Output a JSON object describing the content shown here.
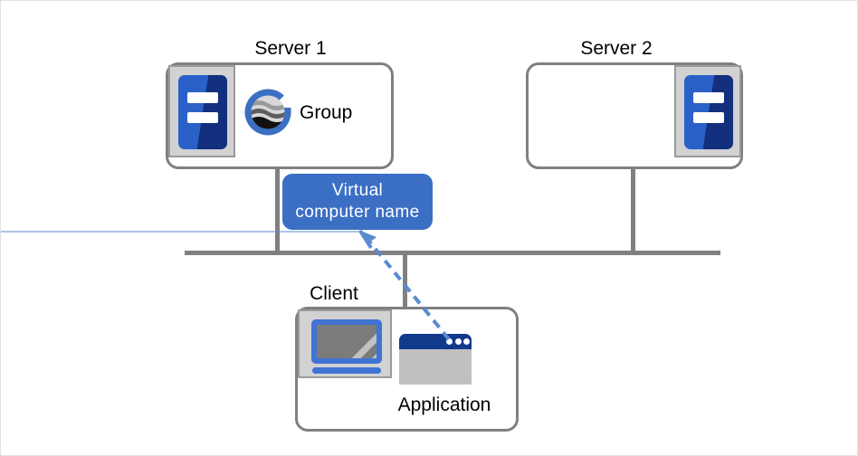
{
  "diagram": {
    "title_alt": "Clustered servers with virtual computer name accessed by client application",
    "labels": {
      "server1": "Server 1",
      "server2": "Server 2",
      "client": "Client",
      "group": "Group",
      "application": "Application"
    },
    "badge": {
      "line1": "Virtual",
      "line2": "computer  name"
    },
    "icons": {
      "server1_icon": "server-icon",
      "server2_icon": "server-icon",
      "group_logo": "group-globe-logo-icon",
      "client_icon": "desktop-computer-icon",
      "application_icon": "application-window-icon",
      "pointer": "dashed-arrow-icon"
    },
    "colors": {
      "box_border": "#808080",
      "wire": "#808080",
      "badge_fill": "#3b6fc4",
      "server_blue": "#2a61c8",
      "server_blue_dark": "#12307e",
      "icon_plate": "#d2d2d2",
      "monitor_blue": "#3f74d4",
      "titlebar_blue": "#123a8c",
      "arrow_blue": "#5a8bd0",
      "text": "#000000",
      "badge_text": "#ffffff",
      "canvas": "#ffffff"
    }
  }
}
